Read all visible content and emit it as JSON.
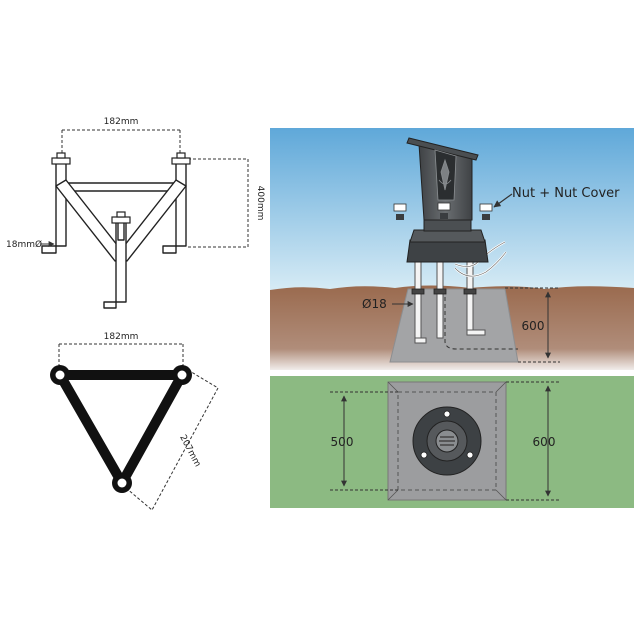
{
  "frame_diagram": {
    "top_width": "182mm",
    "height": "400mm",
    "rod_diameter": "18mmØ"
  },
  "triangle_diagram": {
    "top_width": "182mm",
    "side_length": "207mm"
  },
  "section_view": {
    "callout": "Nut + Nut Cover",
    "bolt_diameter": "Ø18",
    "depth": "600"
  },
  "plan_view": {
    "inner_size": "500",
    "outer_size": "600"
  },
  "colors": {
    "sky_top": "#5fa8d9",
    "sky_bottom": "#cfe6f3",
    "soil": "#9a6a4e",
    "grass": "#8cba82",
    "concrete": "#9fa0a2",
    "post": "#55595c",
    "steel": "#222222"
  }
}
